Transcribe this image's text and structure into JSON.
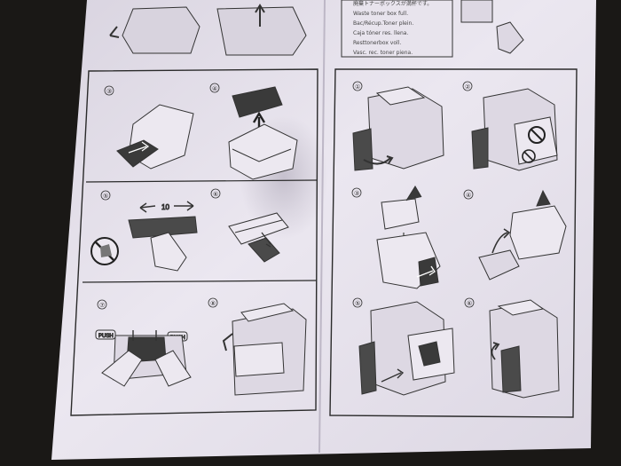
{
  "scene": {
    "description_colors": {
      "paper": "#e6e2ec",
      "paper_shadow": "#c9c4d2",
      "background": "#1a1816",
      "line": "#2a2a2a"
    }
  },
  "left_panel": {
    "steps": [
      {
        "num": "③"
      },
      {
        "num": "④"
      },
      {
        "num": "⑤"
      },
      {
        "num": "⑥"
      },
      {
        "num": "⑦"
      },
      {
        "num": "⑧"
      }
    ],
    "measure_label": "10",
    "push_label_left": "PUSH",
    "push_label_right": "PUSH"
  },
  "right_panel": {
    "steps": [
      {
        "num": "①"
      },
      {
        "num": "②"
      },
      {
        "num": "③"
      },
      {
        "num": "④"
      },
      {
        "num": "⑤"
      },
      {
        "num": "⑥"
      }
    ]
  },
  "top_note": {
    "lines": [
      "廃棄トナーボックスが満杯です。",
      "Waste toner box full.",
      "Bac/Récup.Toner plein.",
      "Caja tóner res. llena.",
      "Resttonerbox voll.",
      "Vasc. rec. toner piena."
    ]
  }
}
